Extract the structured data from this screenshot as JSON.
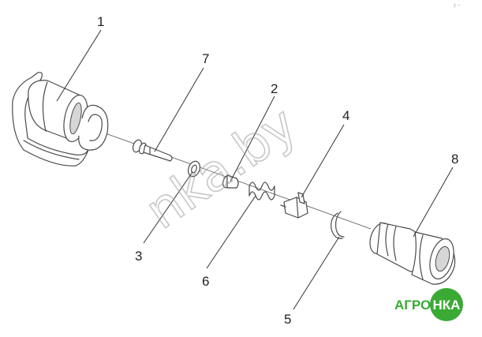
{
  "callouts": [
    {
      "id": "1",
      "label": "1"
    },
    {
      "id": "7",
      "label": "7"
    },
    {
      "id": "2",
      "label": "2"
    },
    {
      "id": "4",
      "label": "4"
    },
    {
      "id": "8",
      "label": "8"
    },
    {
      "id": "3",
      "label": "3"
    },
    {
      "id": "6",
      "label": "6"
    },
    {
      "id": "5",
      "label": "5"
    }
  ],
  "watermark": "nka.by",
  "logo": {
    "left": "АГРО",
    "right": "НКА",
    "green": "#3aaa35",
    "white": "#ffffff"
  },
  "corner_mark": "ε ~"
}
